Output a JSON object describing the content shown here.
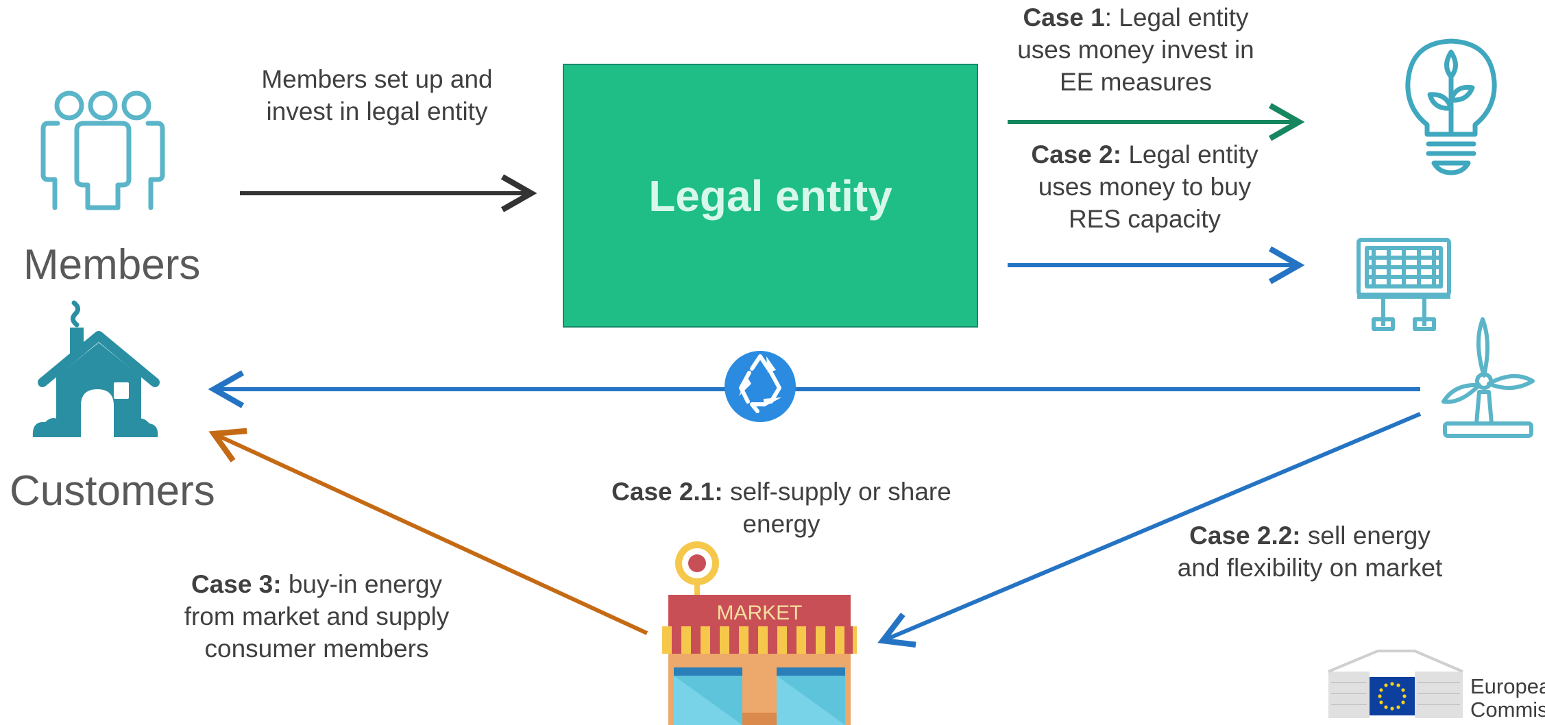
{
  "labels": {
    "members": "Members",
    "customers": "Customers",
    "legal_entity": "Legal entity",
    "members_invest": "Members set up and invest in legal entity",
    "case1_bold": "Case 1",
    "case1_rest": ": Legal entity uses money invest in EE measures",
    "case2_bold": "Case 2:",
    "case2_rest": " Legal entity uses money to buy RES capacity",
    "case21_bold": "Case 2.1:",
    "case21_rest": " self-supply or share energy",
    "case22_bold": "Case 2.2:",
    "case22_rest": " sell energy and flexibility on market",
    "case3_bold": "Case 3:",
    "case3_rest": " buy-in energy from market and supply consumer members",
    "market": "MARKET",
    "ec_line1": "European",
    "ec_line2": "Commissi"
  },
  "icons": [
    "members-group-icon",
    "house-icon",
    "lightbulb-plant-icon",
    "solar-panel-icon",
    "wind-turbine-icon",
    "recycle-icon",
    "market-store-icon",
    "eu-flag-icon"
  ],
  "colors": {
    "entity_green": "#1ebe86",
    "arrow_dark": "#333333",
    "arrow_green": "#17875f",
    "arrow_blue": "#2574c4",
    "arrow_orange": "#c56a14",
    "icon_teal": "#5bb5c9",
    "house_teal": "#2a8fa3"
  }
}
